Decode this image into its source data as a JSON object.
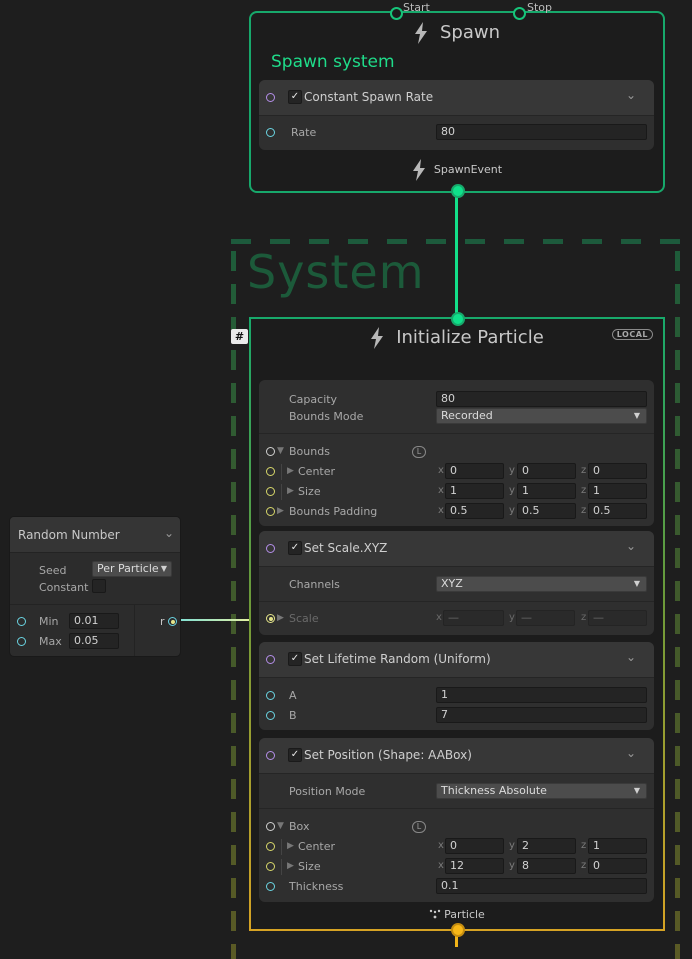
{
  "spawn_context": {
    "title": "Spawn",
    "ports_top": [
      "Start",
      "Stop"
    ],
    "heading": "Spawn system",
    "block": {
      "title": "Constant Spawn Rate",
      "enabled": true,
      "fields": [
        {
          "label": "Rate",
          "value": "80"
        }
      ]
    },
    "output_label": "SpawnEvent"
  },
  "system": {
    "title": "System"
  },
  "init_context": {
    "title": "Initialize Particle",
    "space_badge": "LOCAL",
    "hash_icon": "#",
    "settings": {
      "capacity_label": "Capacity",
      "capacity_value": "80",
      "bounds_mode_label": "Bounds Mode",
      "bounds_mode_value": "Recorded"
    },
    "bounds": {
      "label": "Bounds",
      "space": "L",
      "center_label": "Center",
      "center": {
        "x": "0",
        "y": "0",
        "z": "0"
      },
      "size_label": "Size",
      "size": {
        "x": "1",
        "y": "1",
        "z": "1"
      },
      "padding_label": "Bounds Padding",
      "padding": {
        "x": "0.5",
        "y": "0.5",
        "z": "0.5"
      }
    },
    "set_scale": {
      "title": "Set Scale.XYZ",
      "enabled": true,
      "channels_label": "Channels",
      "channels_value": "XYZ",
      "scale_label": "Scale",
      "scale": {
        "x": "—",
        "y": "—",
        "z": "—"
      }
    },
    "set_lifetime": {
      "title": "Set Lifetime Random (Uniform)",
      "enabled": true,
      "a_label": "A",
      "a_value": "1",
      "b_label": "B",
      "b_value": "7"
    },
    "set_position": {
      "title": "Set Position (Shape: AABox)",
      "enabled": true,
      "mode_label": "Position Mode",
      "mode_value": "Thickness Absolute",
      "box_label": "Box",
      "box_space": "L",
      "center_label": "Center",
      "center": {
        "x": "0",
        "y": "2",
        "z": "1"
      },
      "size_label": "Size",
      "size": {
        "x": "12",
        "y": "8",
        "z": "0"
      },
      "thickness_label": "Thickness",
      "thickness_value": "0.1"
    },
    "output_label": "Particle"
  },
  "random_number": {
    "title": "Random Number",
    "seed_label": "Seed",
    "seed_value": "Per Particle",
    "constant_label": "Constant",
    "min_label": "Min",
    "min_value": "0.01",
    "max_label": "Max",
    "max_value": "0.05",
    "output_label": "r"
  },
  "axes": {
    "x": "x",
    "y": "y",
    "z": "z"
  },
  "colors": {
    "spawn_border": "#17a86b",
    "flow_wire": "#13e08a",
    "particle_wire": "#f2b418",
    "heading_green": "#1fdc8a"
  }
}
